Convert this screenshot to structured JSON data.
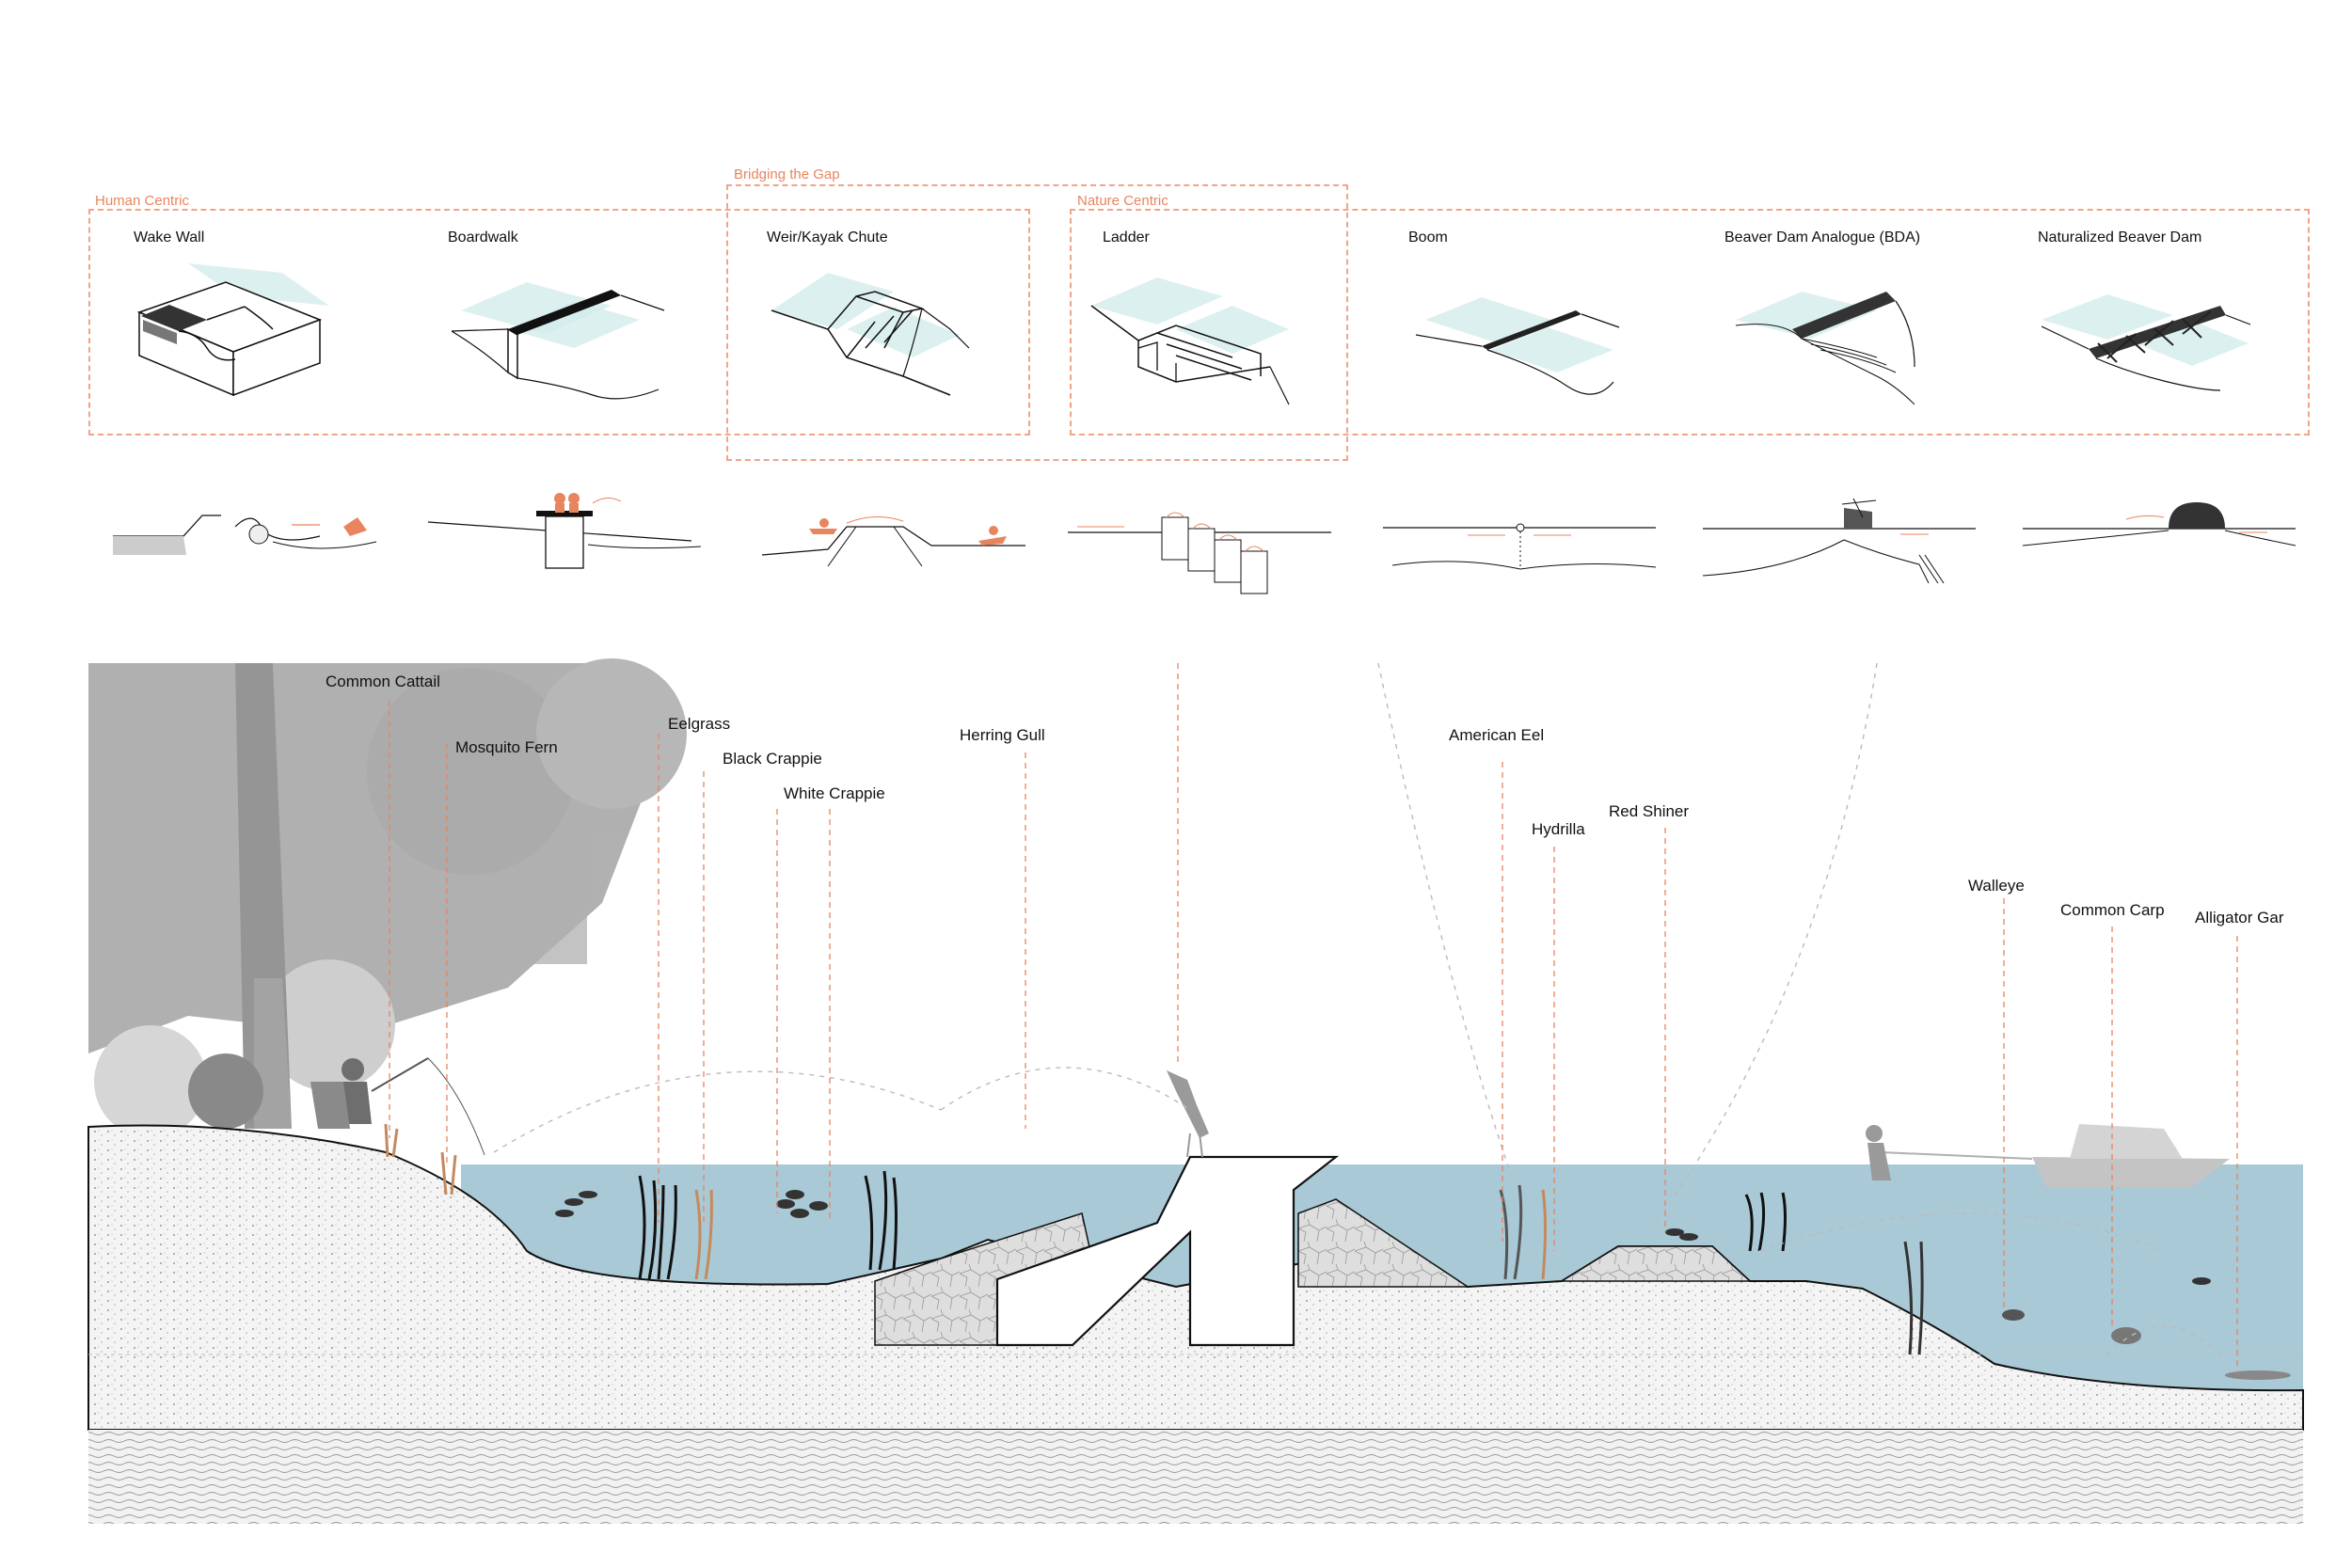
{
  "groups": [
    {
      "label": "Human Centric"
    },
    {
      "label": "Bridging the Gap"
    },
    {
      "label": "Nature Centric"
    }
  ],
  "designs": [
    {
      "title": "Wake Wall"
    },
    {
      "title": "Boardwalk"
    },
    {
      "title": "Weir/Kayak Chute"
    },
    {
      "title": "Ladder"
    },
    {
      "title": "Boom"
    },
    {
      "title": "Beaver Dam Analogue (BDA)"
    },
    {
      "title": "Naturalized Beaver Dam"
    }
  ],
  "species": [
    {
      "name": "Common Cattail"
    },
    {
      "name": "Mosquito Fern"
    },
    {
      "name": "Eelgrass"
    },
    {
      "name": "Black Crappie"
    },
    {
      "name": "White Crappie"
    },
    {
      "name": "Herring Gull"
    },
    {
      "name": "American Eel"
    },
    {
      "name": "Hydrilla"
    },
    {
      "name": "Red Shiner"
    },
    {
      "name": "Walleye"
    },
    {
      "name": "Common Carp"
    },
    {
      "name": "Alligator Gar"
    }
  ],
  "colors": {
    "accent": "#e8855f",
    "water": "#a9c9d6",
    "soil": "#f2f2f2",
    "tree": "#9a9a9a",
    "ice_panel": "#d4ecec"
  }
}
